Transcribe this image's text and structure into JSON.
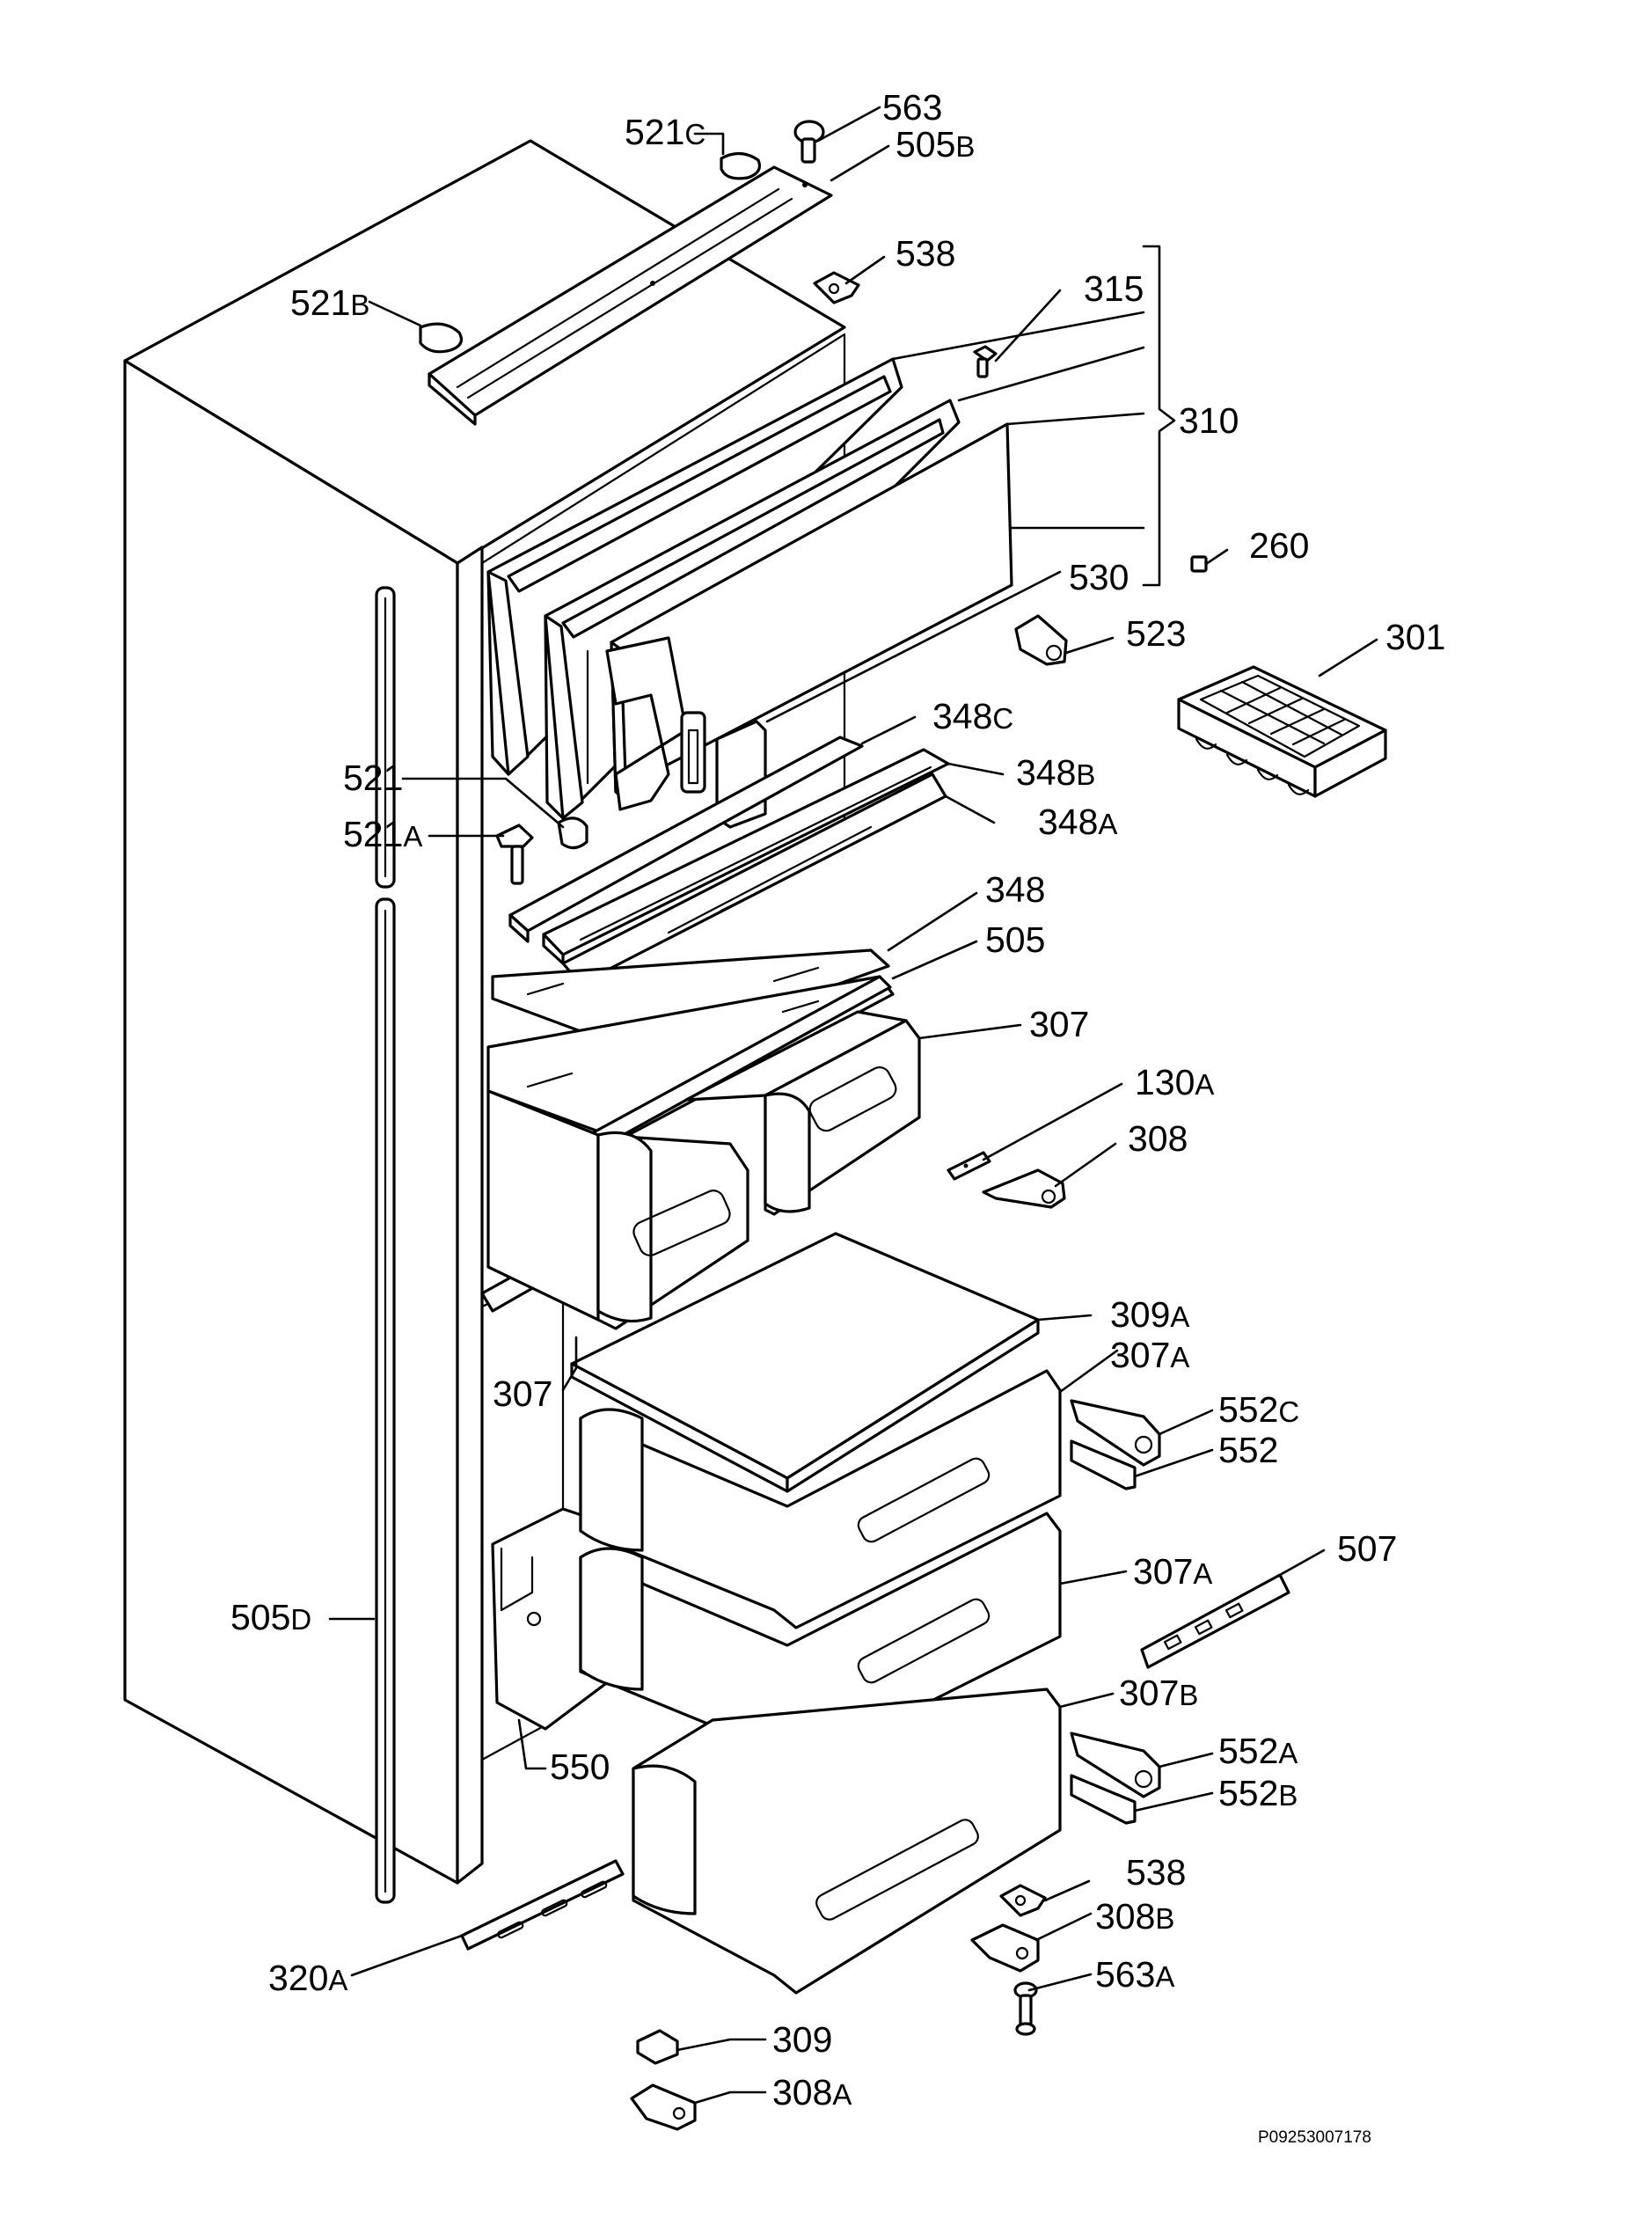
{
  "labels": [
    {
      "id": "563",
      "num": "563",
      "suffix": ""
    },
    {
      "id": "521C",
      "num": "521",
      "suffix": "C"
    },
    {
      "id": "505B",
      "num": "505",
      "suffix": "B"
    },
    {
      "id": "538-top",
      "num": "538",
      "suffix": ""
    },
    {
      "id": "521B",
      "num": "521",
      "suffix": "B"
    },
    {
      "id": "315",
      "num": "315",
      "suffix": ""
    },
    {
      "id": "310",
      "num": "310",
      "suffix": ""
    },
    {
      "id": "260",
      "num": "260",
      "suffix": ""
    },
    {
      "id": "530",
      "num": "530",
      "suffix": ""
    },
    {
      "id": "523",
      "num": "523",
      "suffix": ""
    },
    {
      "id": "301",
      "num": "301",
      "suffix": ""
    },
    {
      "id": "348C",
      "num": "348",
      "suffix": "C"
    },
    {
      "id": "521",
      "num": "521",
      "suffix": ""
    },
    {
      "id": "348B",
      "num": "348",
      "suffix": "B"
    },
    {
      "id": "521A",
      "num": "521",
      "suffix": "A"
    },
    {
      "id": "348A",
      "num": "348",
      "suffix": "A"
    },
    {
      "id": "348",
      "num": "348",
      "suffix": ""
    },
    {
      "id": "505",
      "num": "505",
      "suffix": ""
    },
    {
      "id": "307-top",
      "num": "307",
      "suffix": ""
    },
    {
      "id": "130A",
      "num": "130",
      "suffix": "A"
    },
    {
      "id": "308",
      "num": "308",
      "suffix": ""
    },
    {
      "id": "309A",
      "num": "309",
      "suffix": "A"
    },
    {
      "id": "307-left",
      "num": "307",
      "suffix": ""
    },
    {
      "id": "307A-top",
      "num": "307",
      "suffix": "A"
    },
    {
      "id": "552C",
      "num": "552",
      "suffix": "C"
    },
    {
      "id": "552",
      "num": "552",
      "suffix": ""
    },
    {
      "id": "507",
      "num": "507",
      "suffix": ""
    },
    {
      "id": "505D",
      "num": "505",
      "suffix": "D"
    },
    {
      "id": "307A-mid",
      "num": "307",
      "suffix": "A"
    },
    {
      "id": "307B",
      "num": "307",
      "suffix": "B"
    },
    {
      "id": "552A",
      "num": "552",
      "suffix": "A"
    },
    {
      "id": "550",
      "num": "550",
      "suffix": ""
    },
    {
      "id": "552B",
      "num": "552",
      "suffix": "B"
    },
    {
      "id": "538-bottom",
      "num": "538",
      "suffix": ""
    },
    {
      "id": "308B",
      "num": "308",
      "suffix": "B"
    },
    {
      "id": "320A",
      "num": "320",
      "suffix": "A"
    },
    {
      "id": "563A",
      "num": "563",
      "suffix": "A"
    },
    {
      "id": "309",
      "num": "309",
      "suffix": ""
    },
    {
      "id": "308A",
      "num": "308",
      "suffix": "A"
    }
  ],
  "drawing_code": "P09253007178"
}
